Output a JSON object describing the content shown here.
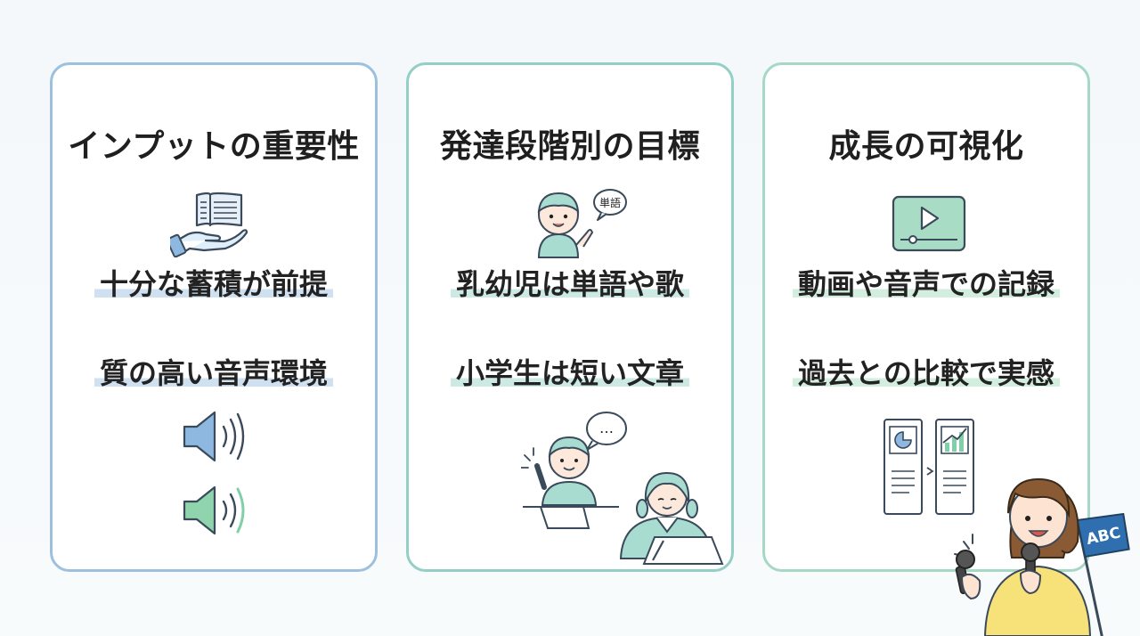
{
  "cards": [
    {
      "title": "インプットの重要性",
      "points": [
        "十分な蓄積が前提",
        "質の高い音声環境"
      ]
    },
    {
      "title": "発達段階別の目標",
      "points": [
        "乳幼児は単語や歌",
        "小学生は短い文章"
      ],
      "speech_bubble": "単語",
      "thought_bubble": "…"
    },
    {
      "title": "成長の可視化",
      "points": [
        "動画や音声での記録",
        "過去との比較で実感"
      ],
      "flag_text": "ABC"
    }
  ],
  "icons": {
    "card1": [
      "book-in-hand-icon",
      "speaker-blue-icon",
      "speaker-green-icon"
    ],
    "card2": [
      "toddler-waving-icon",
      "students-writing-icon"
    ],
    "card3": [
      "video-player-icon",
      "report-comparison-icon",
      "girl-with-microphone-icon"
    ]
  },
  "colors": {
    "blue_border": "#9cc0de",
    "teal_border": "#93cfc6",
    "green_border": "#a6d8c4",
    "accent_green": "#7fcfa8",
    "accent_blue": "#8fb8e0"
  }
}
